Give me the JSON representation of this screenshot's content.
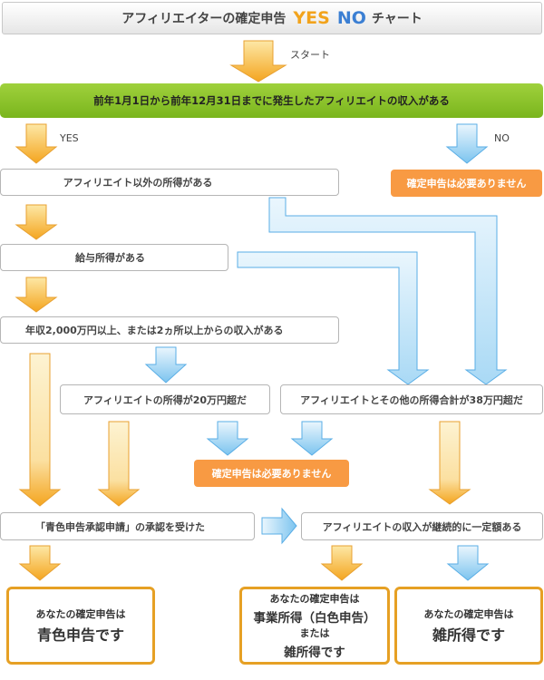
{
  "title": {
    "prefix": "アフィリエイターの確定申告",
    "yes": "YES",
    "no": "NO",
    "suffix": "チャート"
  },
  "labels": {
    "start": "スタート",
    "yes": "YES",
    "no": "NO"
  },
  "nodes": {
    "q1": "前年1月1日から前年12月31日までに発生したアフィリエイトの収入がある",
    "q2": "アフィリエイト以外の所得がある",
    "q3": "給与所得がある",
    "q4": "年収2,000万円以上、または2ヵ所以上からの収入がある",
    "q5": "アフィリエイトの所得が20万円超だ",
    "q6": "アフィリエイトとその他の所得合計が38万円超だ",
    "q7": "「青色申告承認申請」の承認を受けた",
    "q8": "アフィリエイトの収入が継続的に一定額ある",
    "no_filing_1": "確定申告は必要ありません",
    "no_filing_2": "確定申告は必要ありません"
  },
  "results": {
    "r1": {
      "sub": "あなたの確定申告は",
      "main": "青色申告です"
    },
    "r2": {
      "sub": "あなたの確定申告は",
      "main": "事業所得（白色申告）",
      "sub2": "または",
      "main2": "雑所得です"
    },
    "r3": {
      "sub": "あなたの確定申告は",
      "main": "雑所得です"
    }
  },
  "colors": {
    "yes_arrow": "#f2a31c",
    "no_arrow": "#5aaee6",
    "green_bar": "#8dc22e",
    "result_border": "#e6a024"
  }
}
